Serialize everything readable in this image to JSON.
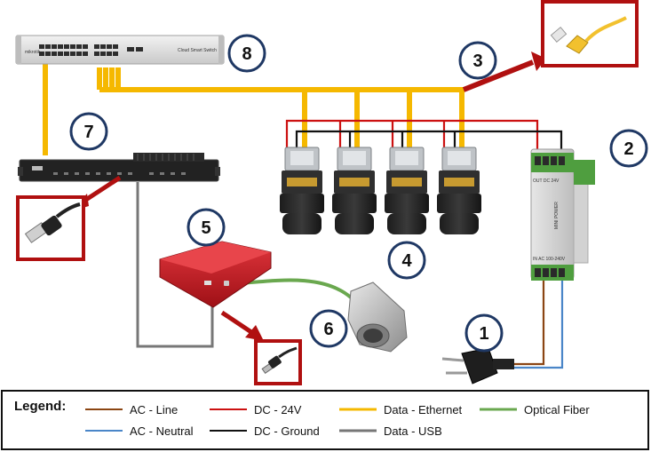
{
  "callouts": [
    {
      "id": "1",
      "label": "1"
    },
    {
      "id": "2",
      "label": "2"
    },
    {
      "id": "3",
      "label": "3"
    },
    {
      "id": "4",
      "label": "4"
    },
    {
      "id": "5",
      "label": "5"
    },
    {
      "id": "6",
      "label": "6"
    },
    {
      "id": "7",
      "label": "7"
    },
    {
      "id": "8",
      "label": "8"
    }
  ],
  "device_text": {
    "switch_brand": "mikrotik",
    "switch_model": "Cloud Smart Switch",
    "power_supply_brand": "MINI POWER",
    "power_supply_out": "OUT DC 24V",
    "power_supply_in": "IN AC 100-240V"
  },
  "legend": {
    "title": "Legend:",
    "items": [
      {
        "label": "AC - Line",
        "color": "#8B4513"
      },
      {
        "label": "AC - Neutral",
        "color": "#4a86c8"
      },
      {
        "label": "DC - 24V",
        "color": "#cc1111"
      },
      {
        "label": "DC - Ground",
        "color": "#111111"
      },
      {
        "label": "Data - Ethernet",
        "color": "#f5b800"
      },
      {
        "label": "Data - USB",
        "color": "#777777"
      },
      {
        "label": "Optical Fiber",
        "color": "#6aa84f"
      }
    ]
  },
  "colors": {
    "ethernet": "#f5b800",
    "dc24": "#cc1111",
    "ground": "#111111",
    "usb": "#777777",
    "fiber": "#6aa84f",
    "acline": "#8B4513",
    "acneutral": "#4a86c8",
    "callout_arrow": "#b01010"
  }
}
